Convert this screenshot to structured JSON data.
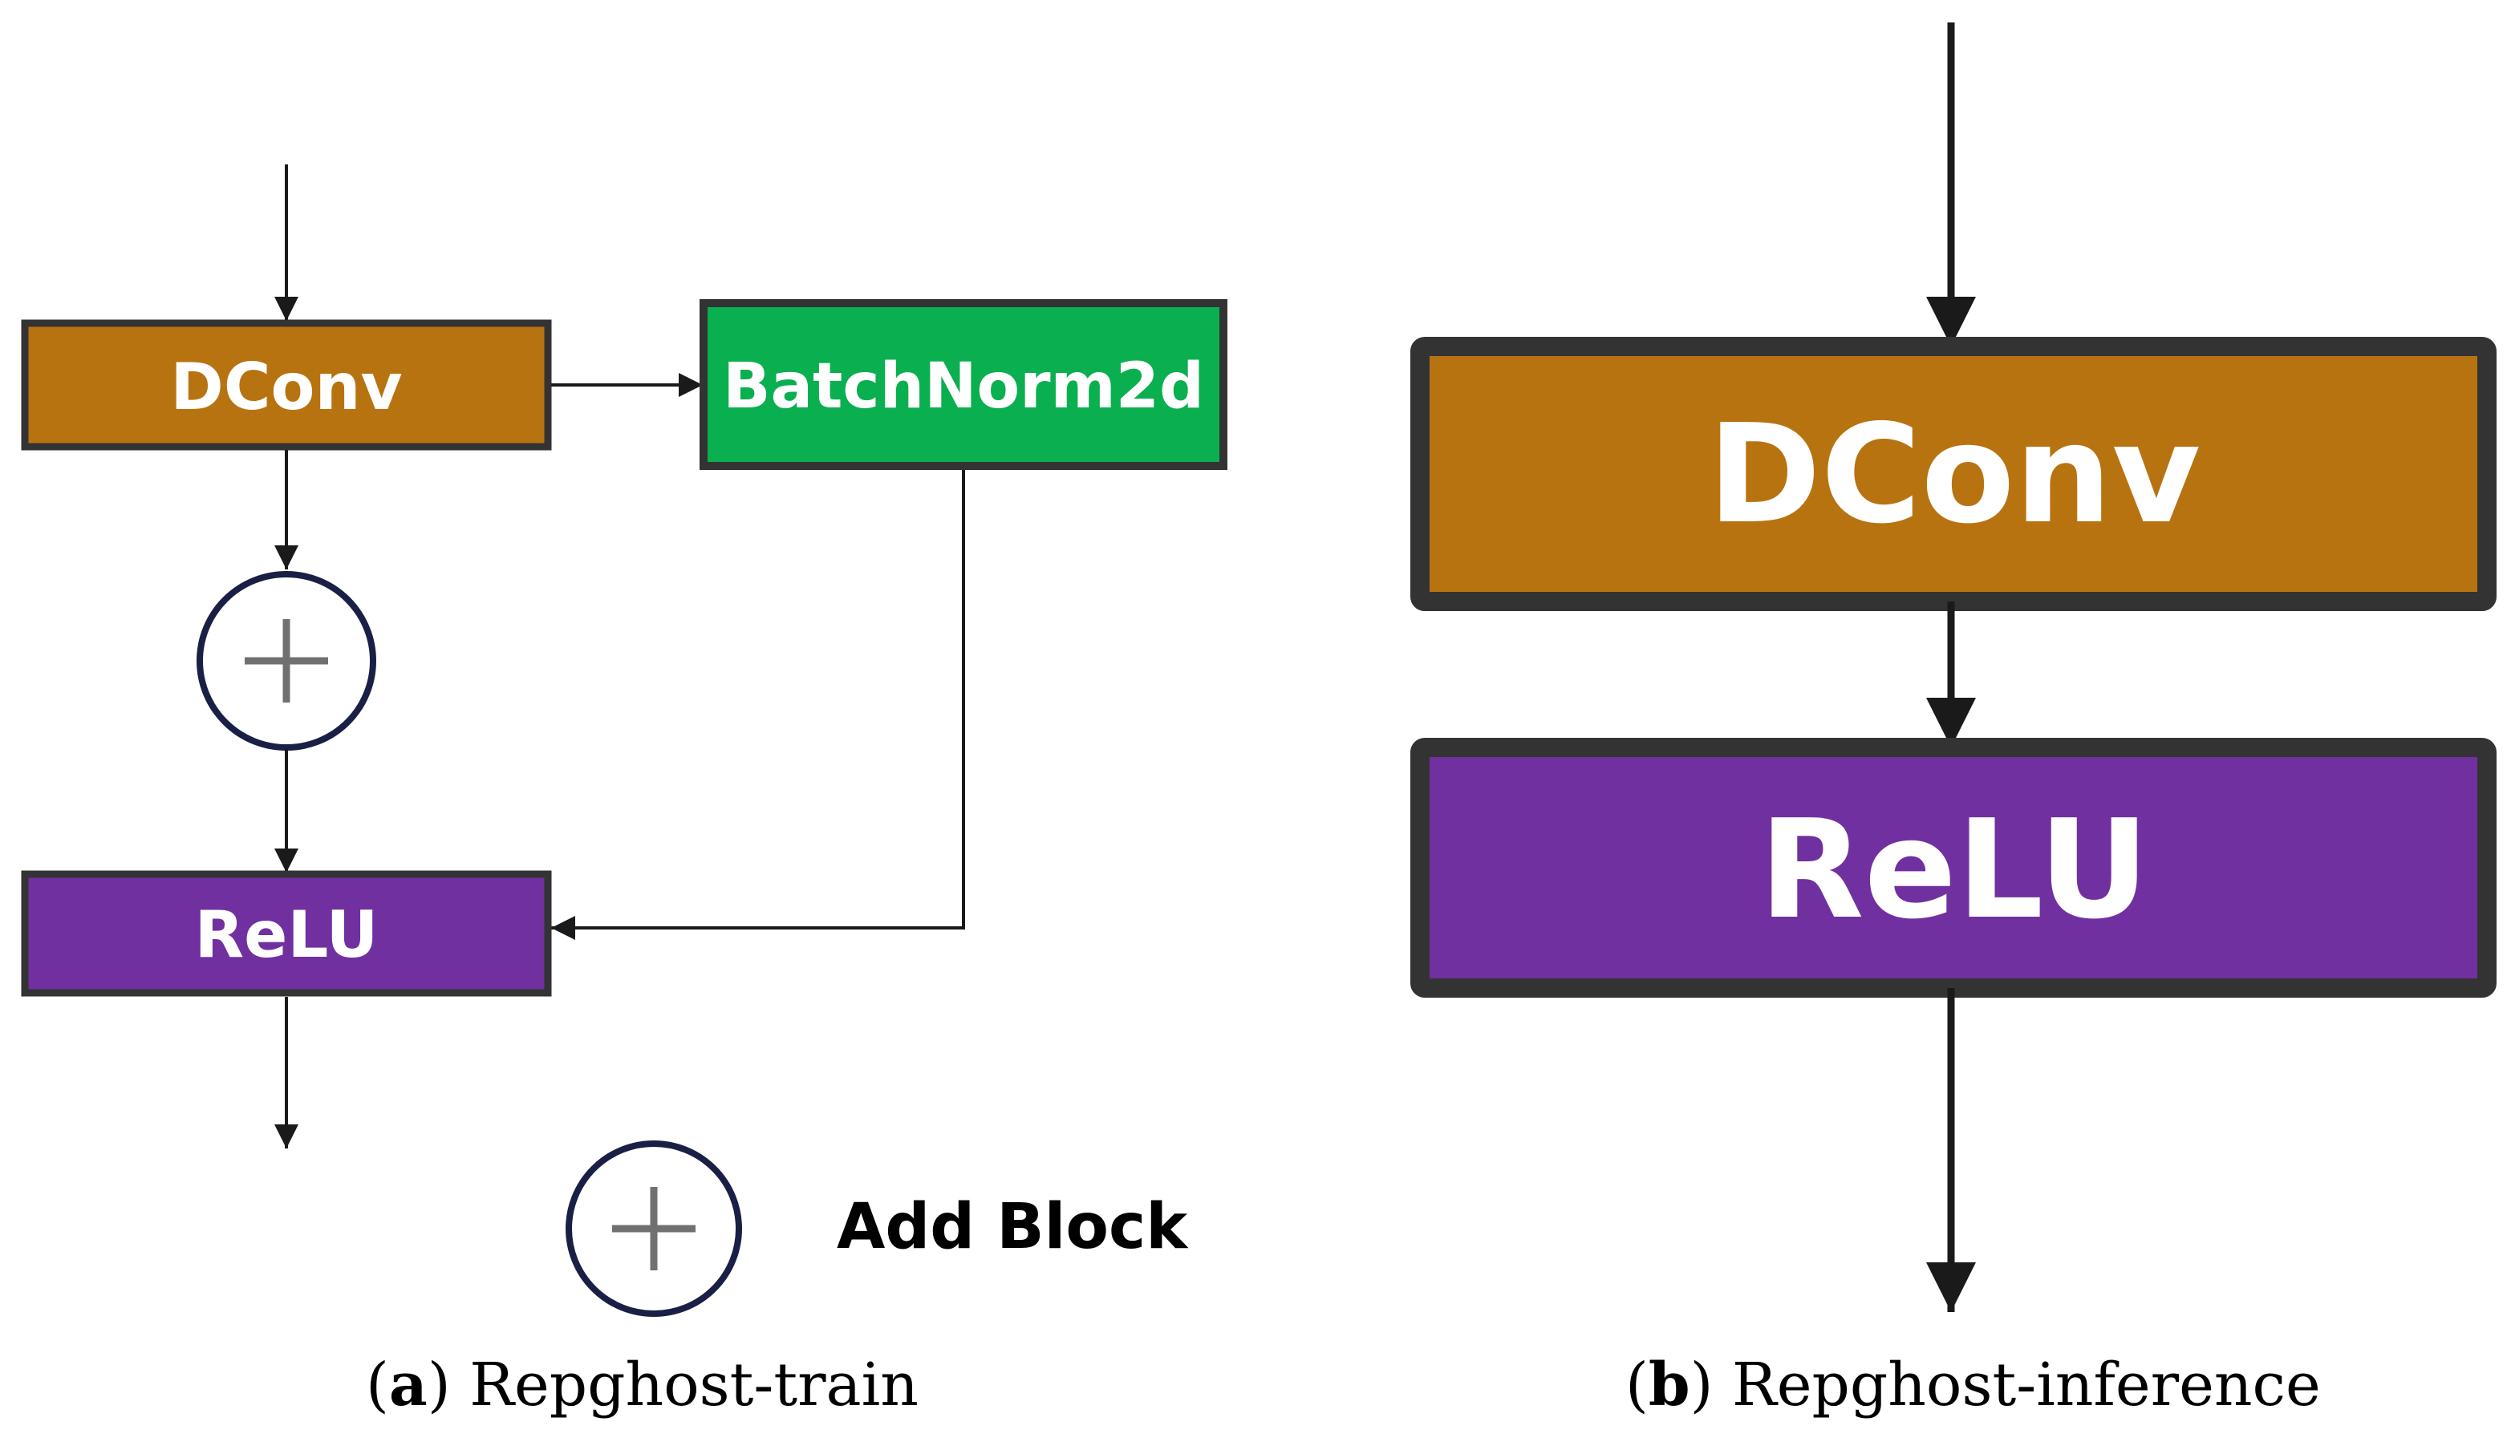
{
  "colors": {
    "dconv": "#B87311",
    "batchnorm": "#0AAF4F",
    "relu": "#7030A0",
    "border": "#333333",
    "arrow": "#1a1a1a",
    "add_circle_border": "#1a1f45",
    "plus": "#707070"
  },
  "panel_a": {
    "dconv_label": "DConv",
    "batchnorm_label": "BatchNorm2d",
    "relu_label": "ReLU",
    "add_icon": "plus-circle-icon",
    "legend": {
      "icon": "plus-circle-icon",
      "label": "Add Block"
    },
    "caption": {
      "open": "(",
      "letter": "a",
      "text": ") Repghost-train"
    }
  },
  "panel_b": {
    "dconv_label": "DConv",
    "relu_label": "ReLU",
    "caption": {
      "open": "(",
      "letter": "b",
      "text": ") Repghost-inference"
    }
  }
}
